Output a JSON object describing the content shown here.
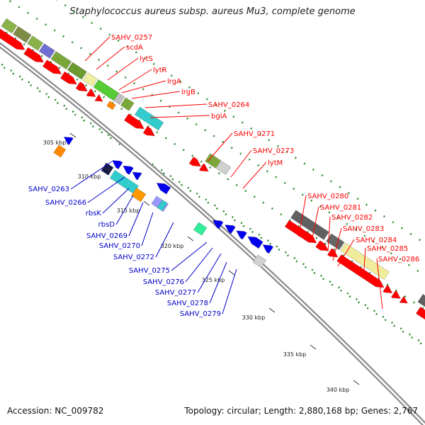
{
  "title": "Staphylococcus aureus subsp. aureus Mu3, complete genome",
  "footer": {
    "accession_label": "Accession: NC_009782",
    "topology": "Topology: circular",
    "length": "Length: 2,880,168 bp",
    "genes": "Genes: 2,767"
  },
  "colors": {
    "forward_label": "#ff0000",
    "reverse_label": "#0000cc",
    "backbone": "#8c8c8c",
    "dots": "#2e8b2e"
  },
  "ticks": [
    "305 kbp",
    "310 kbp",
    "315 kbp",
    "320 kbp",
    "325 kbp",
    "330 kbp",
    "335 kbp",
    "340 kbp"
  ],
  "forward_labels": [
    "SAHV_0257",
    "scdA",
    "lytS",
    "lytR",
    "lrgA",
    "lrgB",
    "SAHV_0264",
    "bglA",
    "SAHV_0271",
    "SAHV_0273",
    "lytM",
    "SAHV_0280",
    "SAHV_0281",
    "SAHV_0282",
    "SAHV_0283",
    "SAHV_0284",
    "SAHV_0285",
    "SAHV_0286"
  ],
  "reverse_labels": [
    "SAHV_0263",
    "SAHV_0266",
    "rbsK",
    "rbsD",
    "SAHV_0269",
    "SAHV_0270",
    "SAHV_0272",
    "SAHV_0275",
    "SAHV_0276",
    "SAHV_0277",
    "SAHV_0278",
    "SAHV_0279"
  ]
}
